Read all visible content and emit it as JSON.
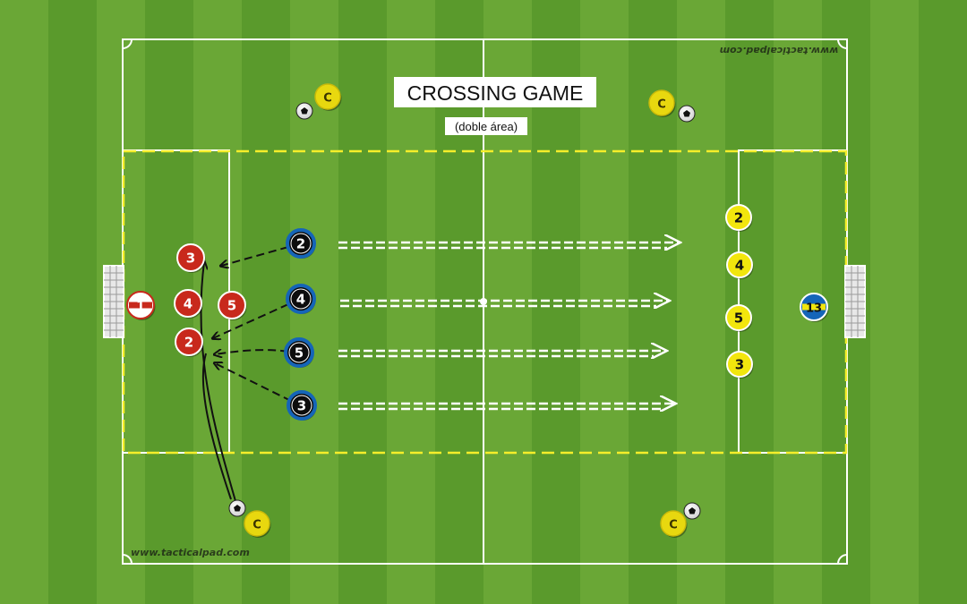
{
  "title": "CROSSING GAME",
  "subtitle": "(doble área)",
  "watermark_bottom": "www.tacticalpad.com",
  "watermark_top": "www.tacticalpad.com",
  "colors": {
    "grass_light": "#6aa736",
    "grass_dark": "#5a9a2c",
    "line": "#ffffff",
    "zone_line": "#f5ee2a",
    "red_team": "#c8291c",
    "blue_team": "#1565b8",
    "yellow_team": "#f2e60d",
    "crosser": "#e8d80f"
  },
  "players": {
    "red": [
      {
        "label": "3"
      },
      {
        "label": "4"
      },
      {
        "label": "5"
      },
      {
        "label": "2"
      }
    ],
    "red_keeper": {
      "label": "1"
    },
    "blue": [
      {
        "label": "2"
      },
      {
        "label": "4"
      },
      {
        "label": "5"
      },
      {
        "label": "3"
      }
    ],
    "yellow": [
      {
        "label": "2"
      },
      {
        "label": "4"
      },
      {
        "label": "5"
      },
      {
        "label": "3"
      }
    ],
    "blue_keeper": {
      "label": "13"
    },
    "crossers": [
      {
        "label": "C"
      },
      {
        "label": "C"
      },
      {
        "label": "C"
      },
      {
        "label": "C"
      }
    ]
  }
}
